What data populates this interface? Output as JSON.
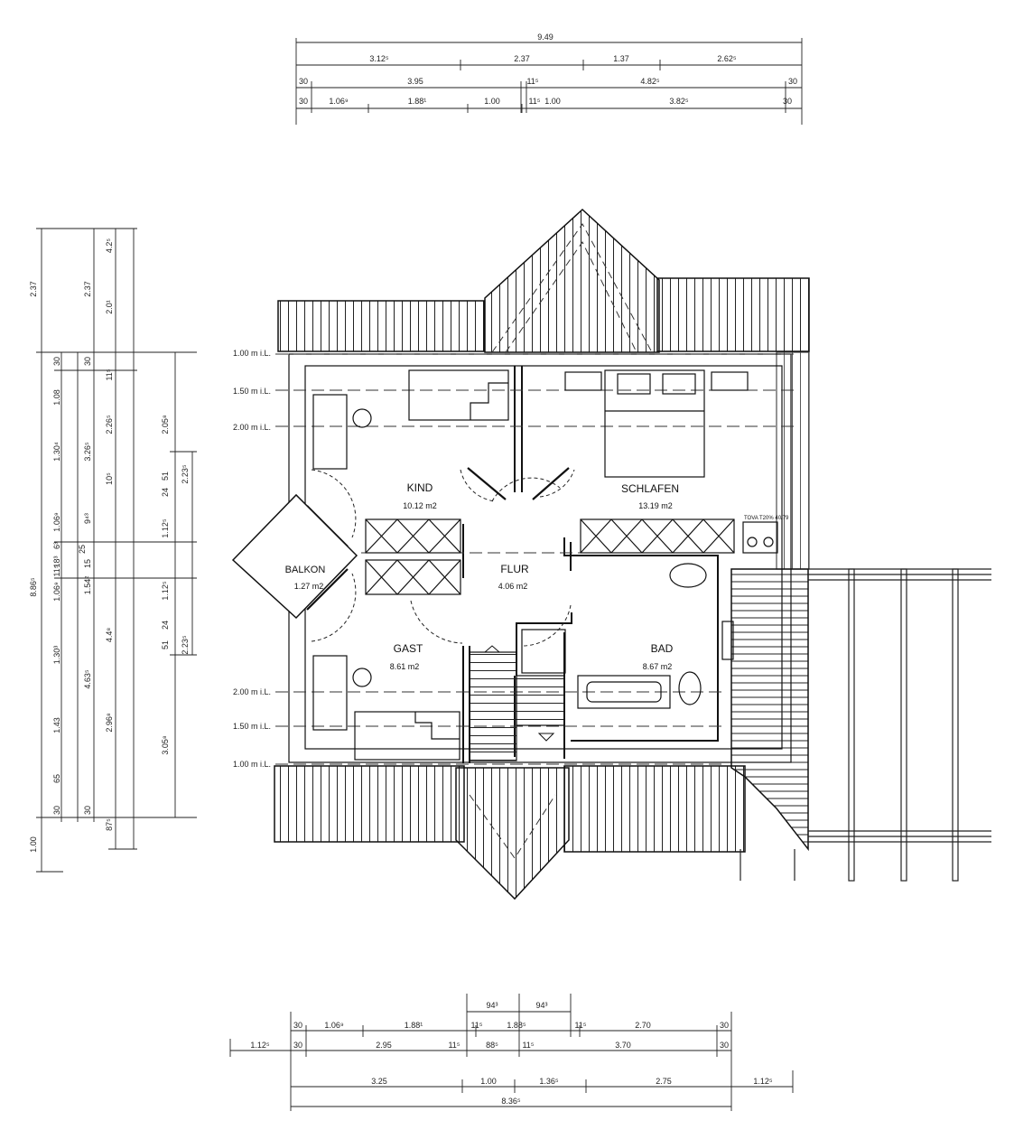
{
  "rooms": {
    "kind": {
      "name": "KIND",
      "area": "10.12 m2"
    },
    "schlafen": {
      "name": "SCHLAFEN",
      "area": "13.19 m2"
    },
    "balkon": {
      "name": "BALKON",
      "area": "1.27 m2"
    },
    "flur": {
      "name": "FLUR",
      "area": "4.06 m2"
    },
    "gast": {
      "name": "GAST",
      "area": "8.61 m2"
    },
    "bad": {
      "name": "BAD",
      "area": "8.67 m2"
    }
  },
  "equipment_label": "TOVA T20% 40/79",
  "level_lines": {
    "top": [
      "1.00 m i.L.",
      "1.50 m i.L.",
      "2.00 m i.L."
    ],
    "bottom": [
      "2.00 m i.L.",
      "1.50 m i.L.",
      "1.00 m i.L."
    ]
  },
  "top_dims": {
    "overall": "9.49",
    "row1": [
      "3.12⁵",
      "2.37",
      "1.37",
      "2.62⁵"
    ],
    "row2": [
      "30",
      "3.95",
      "11⁵",
      "4.82⁵",
      "30"
    ],
    "row3": [
      "30",
      "1.06⁹",
      "1.88¹",
      "1.00",
      "11⁵",
      "1.00",
      "3.82⁵",
      "30"
    ]
  },
  "bottom_dims": {
    "row0": [
      "94³",
      "94³"
    ],
    "row1": [
      "30",
      "1.06⁹",
      "1.88¹",
      "11⁵",
      "1.88⁵",
      "11⁵",
      "2.70",
      "30"
    ],
    "row2": [
      "1.12⁵",
      "30",
      "2.95",
      "11⁵",
      "88⁵",
      "11⁵",
      "3.70",
      "30"
    ],
    "row3": [
      "3.25",
      "1.00",
      "1.36⁵",
      "2.75",
      "1.12⁵"
    ],
    "overall": "8.36⁵"
  },
  "left_dims": {
    "col1": [
      "2.37",
      "8.86⁵",
      "1.00"
    ],
    "col2": [
      "30",
      "1.08",
      "1.30⁴",
      "1.06⁹",
      "6³",
      "18³",
      "11⁵",
      "1.06⁹",
      "1.30³",
      "1.43",
      "65",
      "30"
    ],
    "col3": [
      "2.37",
      "30",
      "3.26⁵",
      "9⁴³",
      "15",
      "1.54²",
      "4.63⁵",
      "2.96⁸",
      "30"
    ],
    "col4": [
      "4.2⁵",
      "2.0¹",
      "11⁵",
      "2.26⁵",
      "10⁵",
      "25",
      "4.4⁸",
      "87⁵"
    ],
    "col5": [
      "2.05⁸",
      "51",
      "24",
      "1.12⁵",
      "1.12⁵",
      "24",
      "51",
      "3.05⁸"
    ],
    "col6": [
      "2.23⁵",
      "2.23⁵"
    ]
  }
}
